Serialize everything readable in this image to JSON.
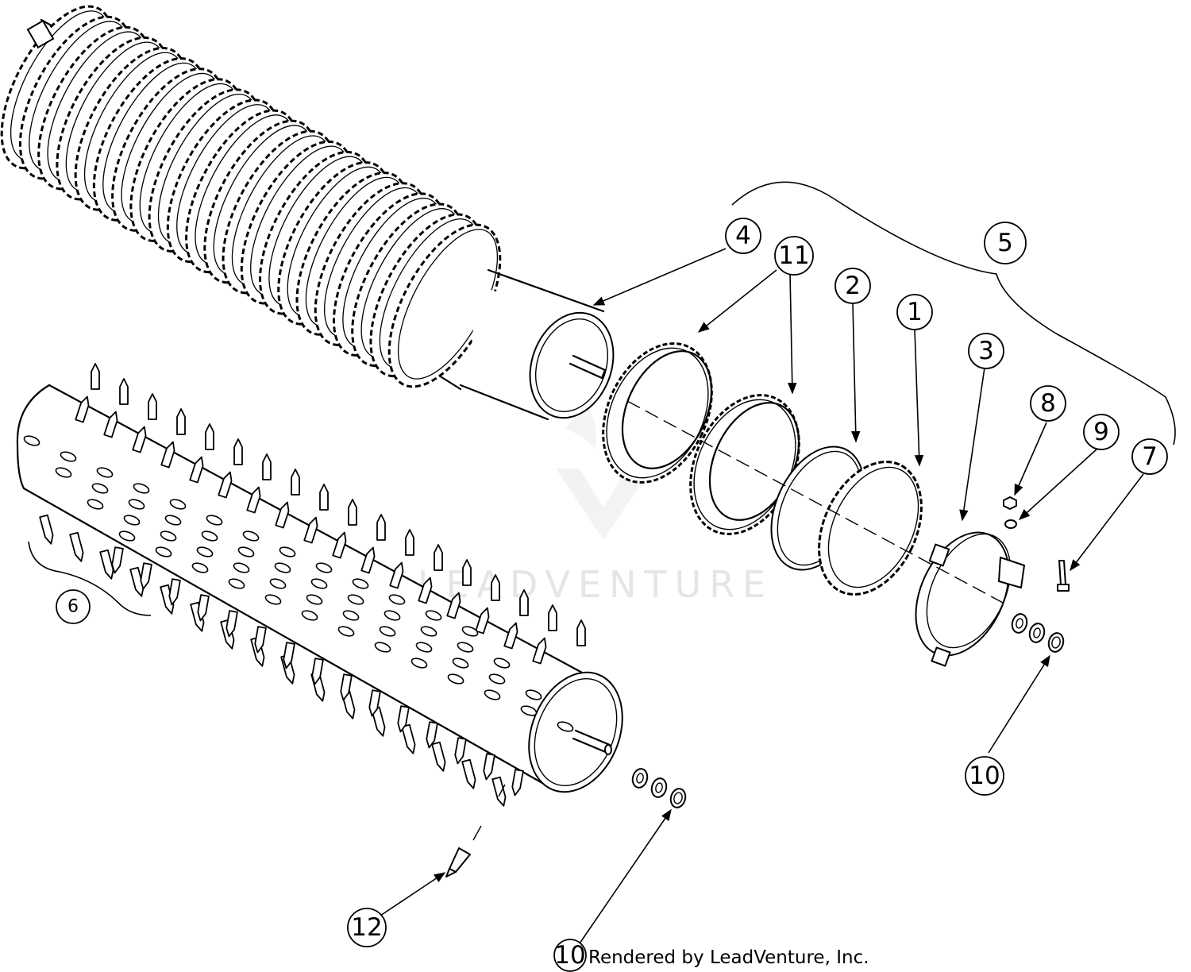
{
  "diagram": {
    "watermark": "LEADVENTURE",
    "footer": "Rendered by LeadVenture, Inc.",
    "callouts": [
      {
        "id": "4",
        "label": "4"
      },
      {
        "id": "11",
        "label": "11"
      },
      {
        "id": "2",
        "label": "2"
      },
      {
        "id": "1",
        "label": "1"
      },
      {
        "id": "5",
        "label": "5"
      },
      {
        "id": "3",
        "label": "3"
      },
      {
        "id": "8",
        "label": "8"
      },
      {
        "id": "9",
        "label": "9"
      },
      {
        "id": "7",
        "label": "7"
      },
      {
        "id": "10a",
        "label": "10"
      },
      {
        "id": "6",
        "label": "6"
      },
      {
        "id": "12",
        "label": "12"
      },
      {
        "id": "10b",
        "label": "10"
      }
    ]
  }
}
